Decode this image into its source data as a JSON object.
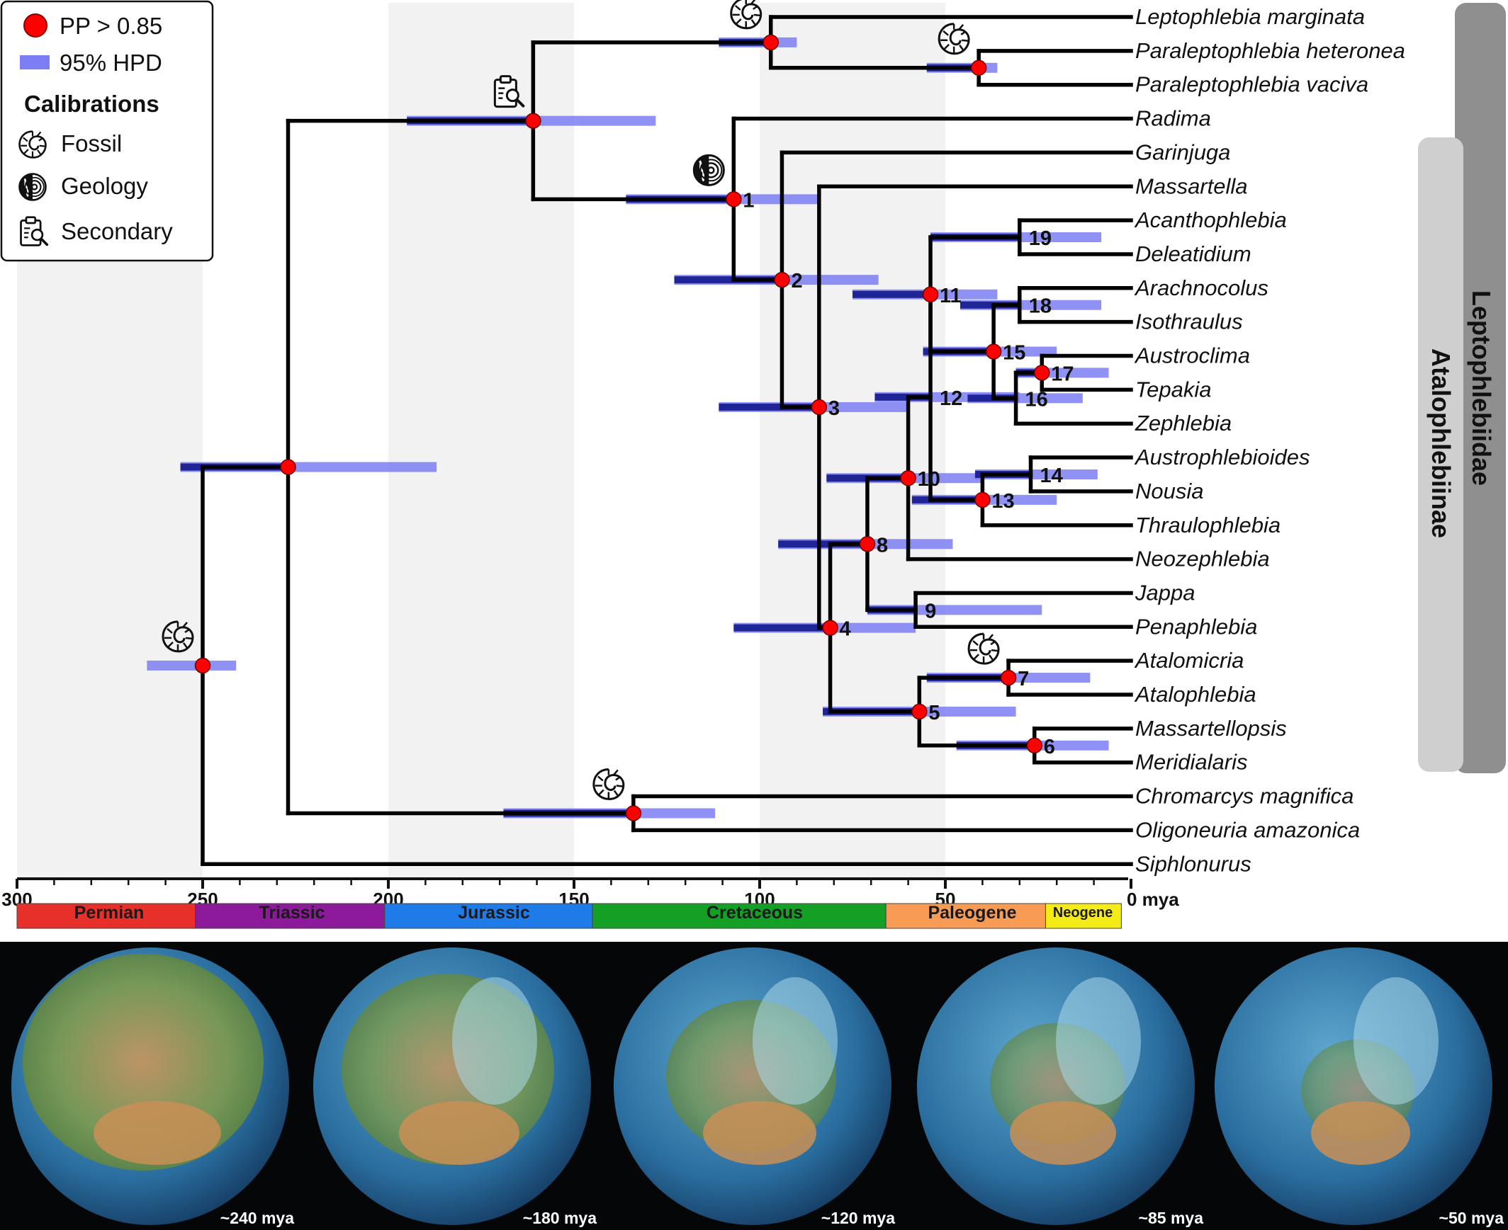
{
  "legend": {
    "pp_label": "PP > 0.85",
    "hpd_label": "95% HPD",
    "calibrations_heading": "Calibrations",
    "fossil_label": "Fossil",
    "geology_label": "Geology",
    "secondary_label": "Secondary",
    "colors": {
      "pp": "#ff0000",
      "hpd": "#7b7ff2",
      "branch": "#000000",
      "hpd_core": "#141a8c"
    }
  },
  "clades": {
    "family": "Leptophlebiidae",
    "subfamily": "Atalophlebiinae"
  },
  "axis": {
    "ticks": [
      "300",
      "250",
      "200",
      "150",
      "100",
      "50",
      "0 mya"
    ],
    "range": [
      300,
      0
    ]
  },
  "periods": [
    {
      "name": "Permian",
      "start": 300,
      "end": 252,
      "color": "#e8302b"
    },
    {
      "name": "Triassic",
      "start": 252,
      "end": 201,
      "color": "#8c1a9a"
    },
    {
      "name": "Jurassic",
      "start": 201,
      "end": 145,
      "color": "#1e7be8"
    },
    {
      "name": "Cretaceous",
      "start": 145,
      "end": 66,
      "color": "#14a024"
    },
    {
      "name": "Paleogene",
      "start": 66,
      "end": 23,
      "color": "#f79b55"
    },
    {
      "name": "Neogene",
      "start": 23,
      "end": 2.6,
      "color": "#f5ec17"
    }
  ],
  "tips": [
    "Leptophlebia marginata",
    "Paraleptophlebia heteronea",
    "Paraleptophlebia vaciva",
    "Radima",
    "Garinjuga",
    "Massartella",
    "Acanthophlebia",
    "Deleatidium",
    "Arachnocolus",
    "Isothraulus",
    "Austroclima",
    "Tepakia",
    "Zephlebia",
    "Austrophlebioides",
    "Nousia",
    "Thraulophlebia",
    "Neozephlebia",
    "Jappa",
    "Penaphlebia",
    "Atalomicria",
    "Atalophlebia",
    "Massartellopsis",
    "Meridialaris",
    "Chromarcys magnifica",
    "Oligoneuria amazonica",
    "Siphlonurus"
  ],
  "tree": {
    "nodes": [
      {
        "id": "root",
        "age": 250,
        "hpd": [
          265,
          241
        ],
        "children": [
          "t25",
          "n_a"
        ],
        "pp": true,
        "cal": "fossil",
        "label": ""
      },
      {
        "id": "n_a",
        "age": 227,
        "hpd": [
          256,
          187
        ],
        "children": [
          "n_lep",
          "n_olig"
        ],
        "pp": true,
        "cal": "",
        "label": ""
      },
      {
        "id": "n_lep",
        "age": 161,
        "hpd": [
          195,
          128
        ],
        "children": [
          "n_lm",
          "n1"
        ],
        "pp": true,
        "cal": "secondary",
        "label": ""
      },
      {
        "id": "n_lm",
        "age": 97,
        "hpd": [
          111,
          90
        ],
        "children": [
          "t0",
          "n_par"
        ],
        "pp": true,
        "cal": "fossil",
        "label": ""
      },
      {
        "id": "n_par",
        "age": 41,
        "hpd": [
          55,
          36
        ],
        "children": [
          "t1",
          "t2"
        ],
        "pp": true,
        "cal": "fossil",
        "label": ""
      },
      {
        "id": "n1",
        "age": 107,
        "hpd": [
          136,
          84
        ],
        "children": [
          "t3",
          "n2"
        ],
        "pp": true,
        "cal": "geology",
        "label": "1"
      },
      {
        "id": "n2",
        "age": 94,
        "hpd": [
          123,
          68
        ],
        "children": [
          "t4",
          "n3"
        ],
        "pp": true,
        "cal": "",
        "label": "2"
      },
      {
        "id": "n3",
        "age": 84,
        "hpd": [
          111,
          60
        ],
        "children": [
          "t5",
          "n4"
        ],
        "pp": true,
        "cal": "",
        "label": "3"
      },
      {
        "id": "n4",
        "age": 81,
        "hpd": [
          107,
          58
        ],
        "children": [
          "n8",
          "n5"
        ],
        "pp": true,
        "cal": "",
        "label": "4"
      },
      {
        "id": "n8",
        "age": 71,
        "hpd": [
          95,
          48
        ],
        "children": [
          "n10",
          "n9"
        ],
        "pp": true,
        "cal": "",
        "label": "8"
      },
      {
        "id": "n10",
        "age": 60,
        "hpd": [
          82,
          40
        ],
        "children": [
          "n12",
          "t16"
        ],
        "pp": true,
        "cal": "",
        "label": "10"
      },
      {
        "id": "n12",
        "age": 54,
        "hpd": [
          69,
          30
        ],
        "children": [
          "n11",
          "n13"
        ],
        "pp": false,
        "cal": "",
        "label": "12"
      },
      {
        "id": "n11",
        "age": 54,
        "hpd": [
          75,
          36
        ],
        "children": [
          "n19",
          "n15"
        ],
        "pp": true,
        "cal": "",
        "label": "11"
      },
      {
        "id": "n19",
        "age": 30,
        "hpd": [
          54,
          8
        ],
        "children": [
          "t6",
          "t7"
        ],
        "pp": false,
        "cal": "",
        "label": "19"
      },
      {
        "id": "n15",
        "age": 37,
        "hpd": [
          56,
          20
        ],
        "children": [
          "n18",
          "n16"
        ],
        "pp": true,
        "cal": "",
        "label": "15"
      },
      {
        "id": "n18",
        "age": 30,
        "hpd": [
          46,
          8
        ],
        "children": [
          "t8",
          "t9"
        ],
        "pp": false,
        "cal": "",
        "label": "18"
      },
      {
        "id": "n16",
        "age": 31,
        "hpd": [
          44,
          13
        ],
        "children": [
          "n17",
          "t12"
        ],
        "pp": false,
        "cal": "",
        "label": "16"
      },
      {
        "id": "n17",
        "age": 24,
        "hpd": [
          31,
          6
        ],
        "children": [
          "t10",
          "t11"
        ],
        "pp": true,
        "cal": "",
        "label": "17"
      },
      {
        "id": "n13",
        "age": 40,
        "hpd": [
          59,
          20
        ],
        "children": [
          "n14",
          "t15"
        ],
        "pp": true,
        "cal": "",
        "label": "13"
      },
      {
        "id": "n14",
        "age": 27,
        "hpd": [
          42,
          9
        ],
        "children": [
          "t13",
          "t14"
        ],
        "pp": false,
        "cal": "",
        "label": "14"
      },
      {
        "id": "n9",
        "age": 58,
        "hpd": [
          71,
          24
        ],
        "children": [
          "t17",
          "t18"
        ],
        "pp": false,
        "cal": "",
        "label": "9"
      },
      {
        "id": "n5",
        "age": 57,
        "hpd": [
          83,
          31
        ],
        "children": [
          "n7",
          "n6"
        ],
        "pp": true,
        "cal": "",
        "label": "5"
      },
      {
        "id": "n7",
        "age": 33,
        "hpd": [
          55,
          11
        ],
        "children": [
          "t19",
          "t20"
        ],
        "pp": true,
        "cal": "fossil",
        "label": "7"
      },
      {
        "id": "n6",
        "age": 26,
        "hpd": [
          47,
          6
        ],
        "children": [
          "t21",
          "t22"
        ],
        "pp": true,
        "cal": "",
        "label": "6"
      },
      {
        "id": "n_olig",
        "age": 134,
        "hpd": [
          169,
          112
        ],
        "children": [
          "t23",
          "t24"
        ],
        "pp": true,
        "cal": "fossil",
        "label": ""
      }
    ]
  },
  "globes": [
    {
      "label": "~240 mya"
    },
    {
      "label": "~180 mya"
    },
    {
      "label": "~120 mya"
    },
    {
      "label": "~85 mya"
    },
    {
      "label": "~50 mya"
    }
  ]
}
